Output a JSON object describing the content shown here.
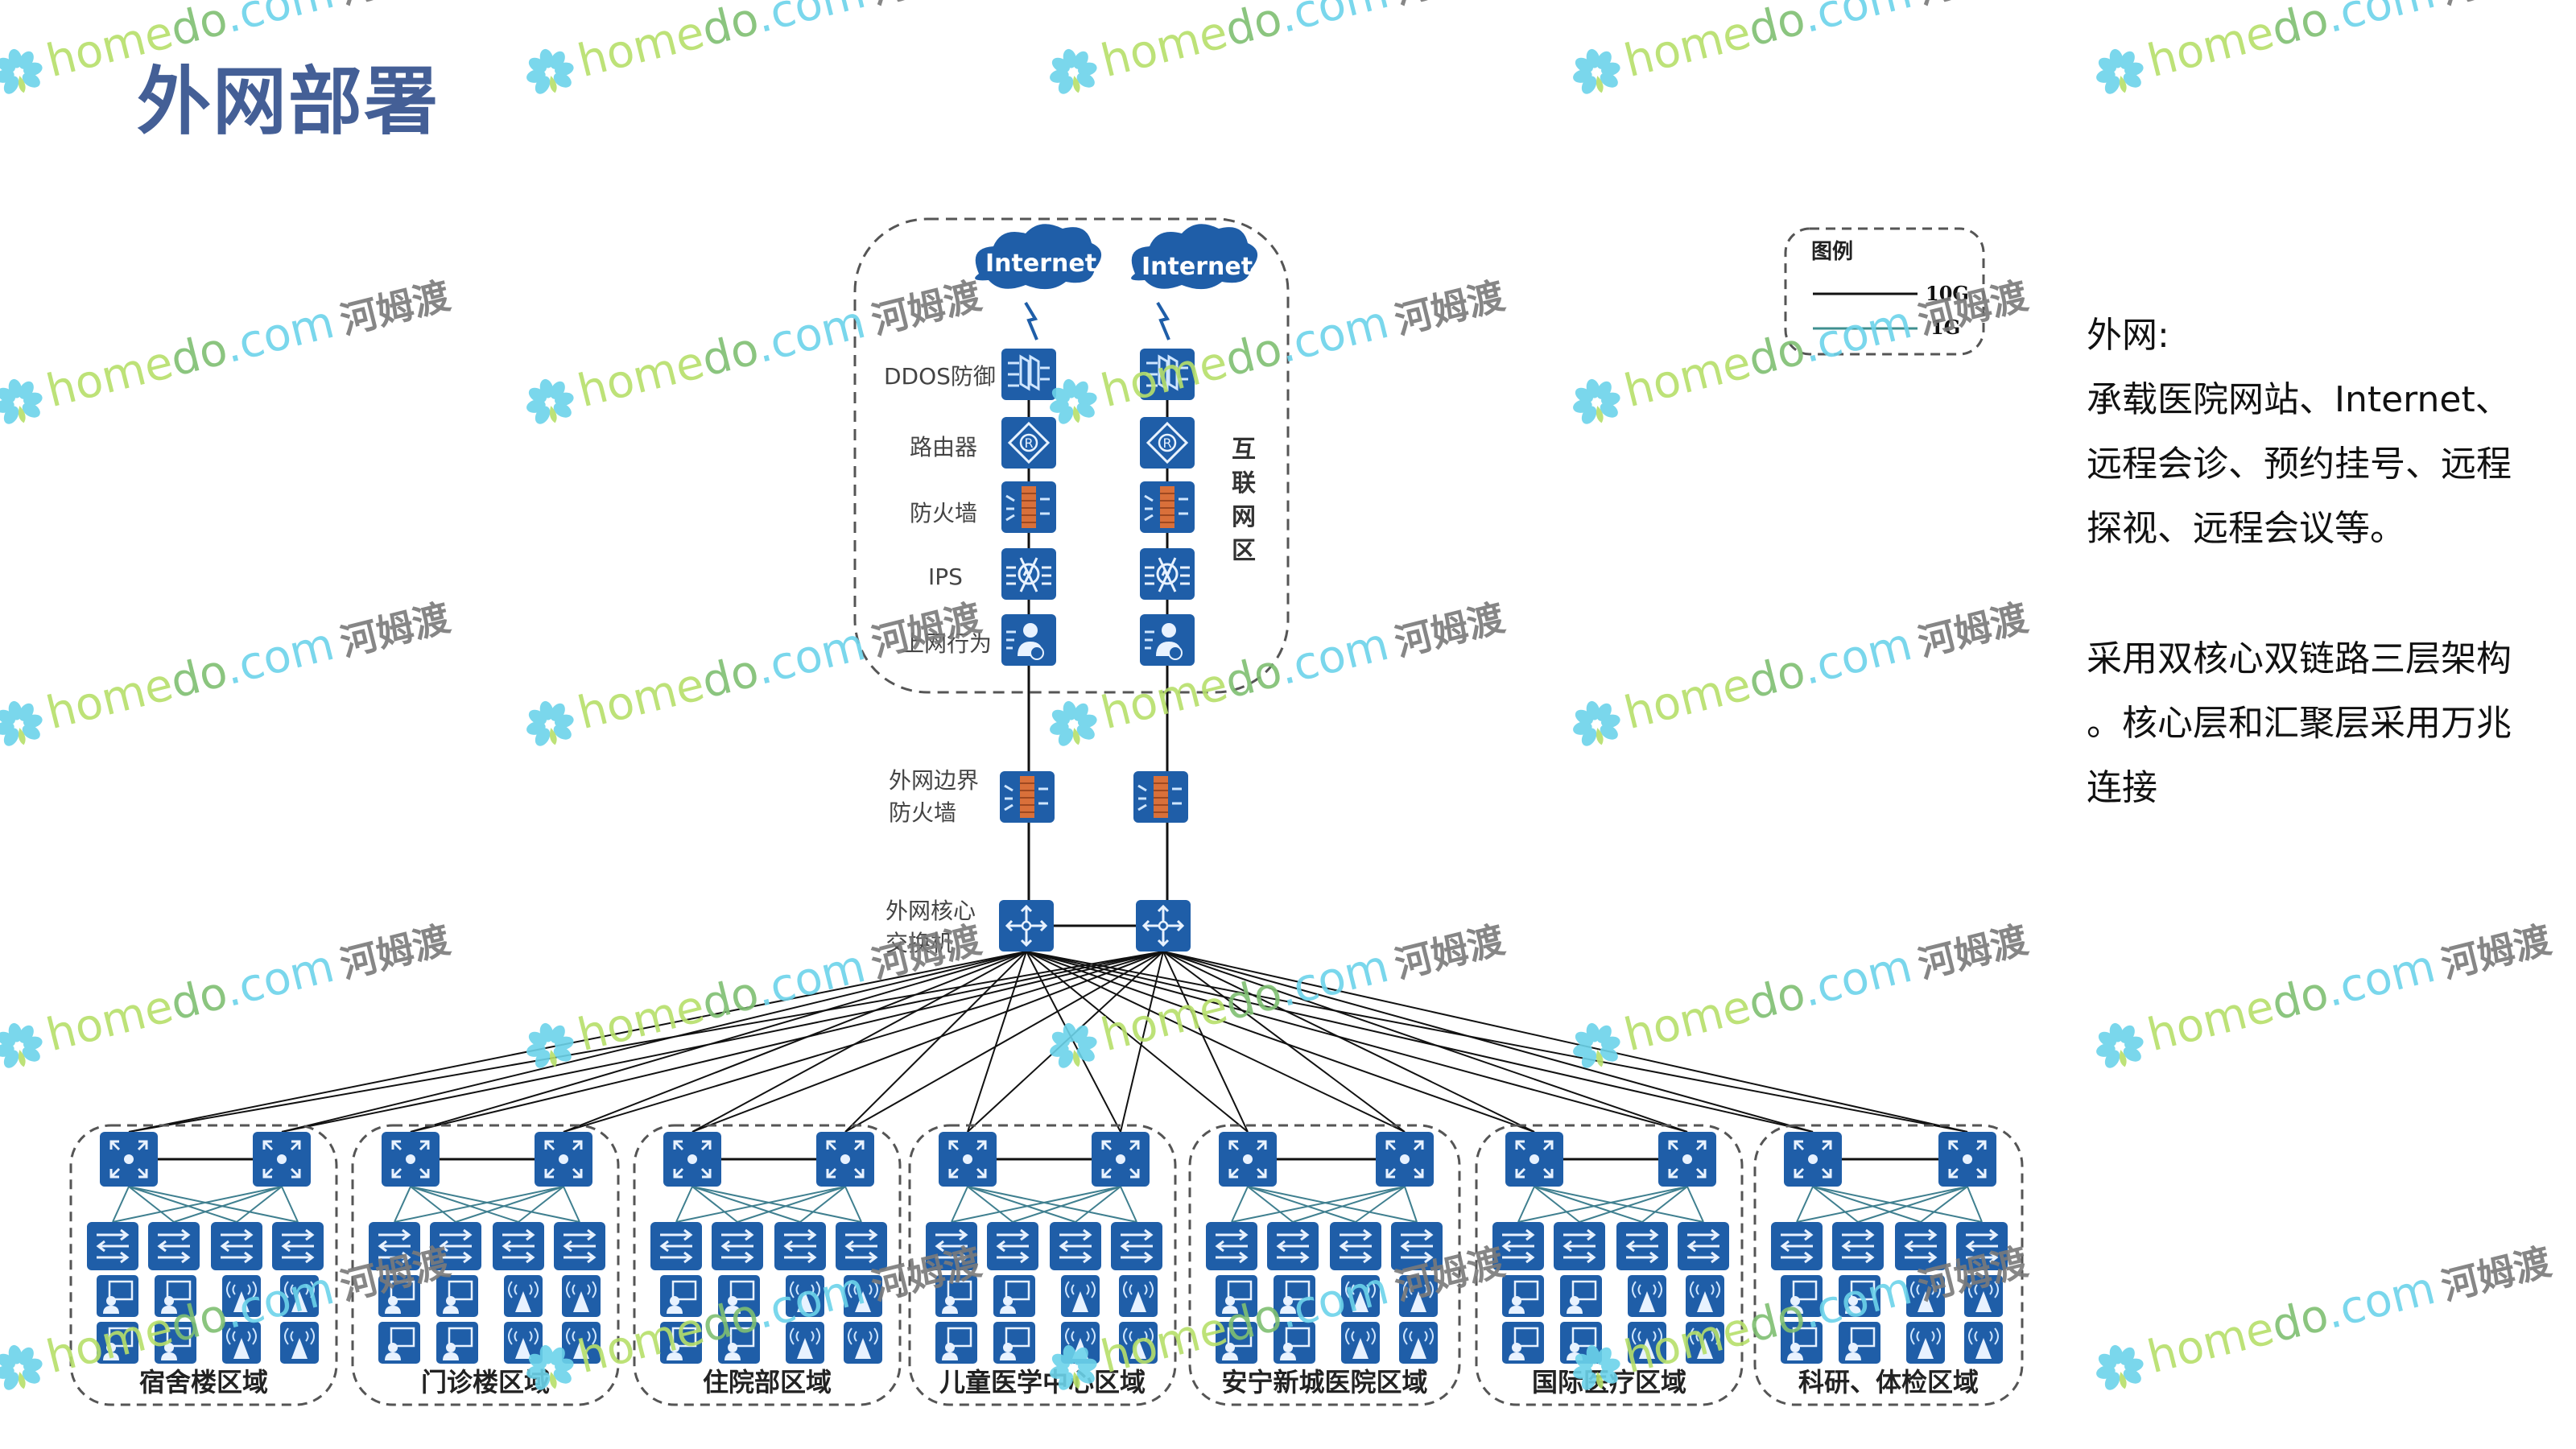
{
  "title": "外网部署",
  "internet_zone": {
    "label": "互联网区",
    "clouds": [
      "Internet",
      "Internet"
    ],
    "layers": [
      "DDOS防御",
      "路由器",
      "防火墙",
      "IPS",
      "上网行为"
    ]
  },
  "border_firewall_label": [
    "外网边界",
    "防火墙"
  ],
  "core_switch_label": [
    "外网核心",
    "交换机"
  ],
  "legend": {
    "title": "图例",
    "items": [
      {
        "label": "10G",
        "color": "#111111"
      },
      {
        "label": "1G",
        "color": "#3f8f8f"
      }
    ]
  },
  "zones": [
    "宿舍楼区域",
    "门诊楼区域",
    "住院部区域",
    "儿童医学中心区域",
    "安宁新城医院区域",
    "国际医疗区域",
    "科研、体检区域"
  ],
  "description": {
    "heading": "外网:",
    "lines": [
      "承载医院网站、Internet、",
      "远程会诊、预约挂号、远程",
      "探视、远程会议等。",
      "",
      "采用双核心双链路三层架构",
      "。核心层和汇聚层采用万兆",
      "连接"
    ]
  },
  "watermark": {
    "part1": "home",
    "part2": "do",
    "part3": ".com",
    "cn": "河姆渡"
  },
  "colors": {
    "title": "#445f96",
    "device": "#1f5ea8",
    "firewall_brick": "#d9703a"
  }
}
